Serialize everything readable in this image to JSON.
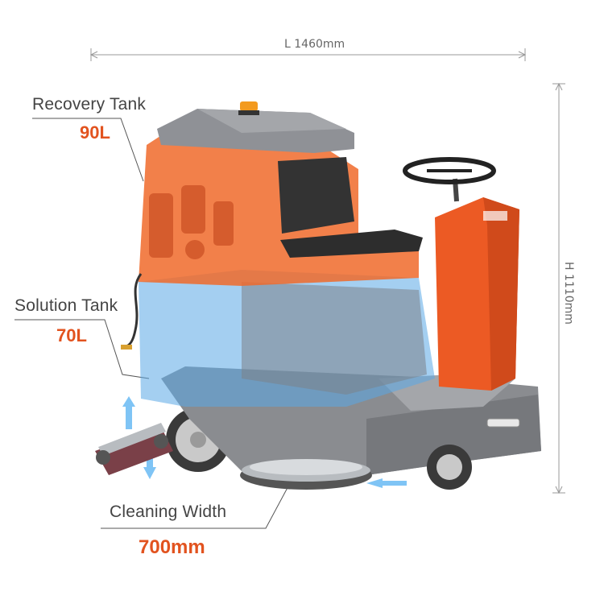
{
  "dimensions": {
    "length": "L  1460mm",
    "height": "H  1110mm"
  },
  "labels": {
    "recovery_tank": {
      "title": "Recovery Tank",
      "value": "90L"
    },
    "solution_tank": {
      "title": "Solution Tank",
      "value": "70L"
    },
    "cleaning_width": {
      "title": "Cleaning Width",
      "value": "700mm"
    }
  },
  "colors": {
    "accent": "#e2531f",
    "body_orange": "#f06a2a",
    "body_gray": "#8a8c90",
    "water_blue": "#5aa8e6"
  }
}
